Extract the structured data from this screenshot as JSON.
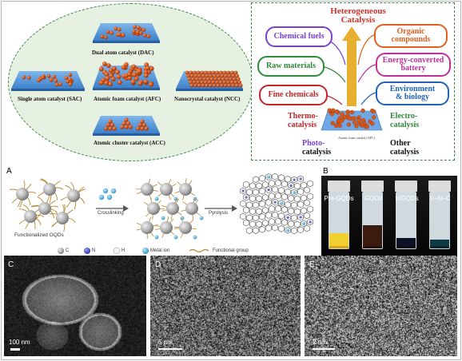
{
  "top_left": {
    "catalysts": {
      "dac": "Dual atom catalyst (DAC)",
      "sac": "Single atom catalyst (SAC)",
      "afc": "Atomic foam catalyst (AFC)",
      "ncc": "Nanocrystal catalyst (NCC)",
      "acc": "Atomic cluster catalyst (ACC)"
    }
  },
  "top_right": {
    "title_line1": "Heterogeneous",
    "title_line2": "Catalysis",
    "pills": {
      "chemical_fuels": "Chemical fuels",
      "raw_materials": "Raw materials",
      "fine_chemicals": "Fine chemicals",
      "organic_line1": "Organic",
      "organic_line2": "compounds",
      "energy_line1": "Energy-converted",
      "energy_line2": "battery",
      "env_line1": "Environment",
      "env_line2": "& biology"
    },
    "center_caption": "Atomic foam catalyst (AFC)",
    "thermo_line1": "Thermo-",
    "thermo_line2": "catalysis",
    "electro_line1": "Electro-",
    "electro_line2": "catalysis",
    "photo_line1": "Photo-",
    "photo_line2": "catalysis",
    "other_line1": "Other",
    "other_line2": "catalysis",
    "colors": {
      "title": "#d0342c",
      "chemical_fuels": "#7b3fd6",
      "raw_materials": "#2e8b3a",
      "fine_chemicals": "#c0262c",
      "organic": "#e0601e",
      "energy": "#c0309c",
      "environment": "#1f63b8",
      "arrow": "#e8b030"
    }
  },
  "panel_a": {
    "letter": "A",
    "gqds_caption": "Functionalized GQDs",
    "crosslinking": "Crosslinking",
    "pyrolysis": "Pyrolysis",
    "legend": {
      "c": "C",
      "n": "N",
      "h": "H",
      "metal": "Metal ion",
      "functional": "Functional group"
    }
  },
  "panel_b": {
    "letter": "B",
    "vials": [
      "Pre-GQDs",
      "GQDs",
      "Ir/GQDs",
      "Ir–N–C"
    ]
  },
  "panel_c": {
    "letter": "C",
    "scale": "100 nm"
  },
  "panel_d": {
    "letter": "D",
    "scale": "5 nm"
  },
  "panel_e": {
    "letter": "E",
    "scale": "2 nm"
  }
}
